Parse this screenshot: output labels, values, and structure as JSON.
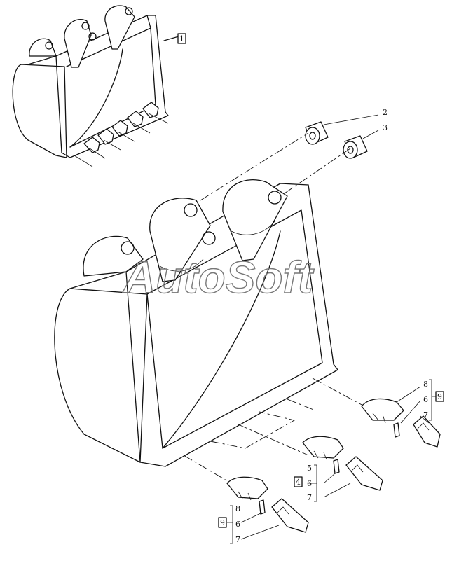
{
  "watermark": "AutoSoft",
  "callouts": {
    "small_bucket_box": "1",
    "bushing_a": "2",
    "bushing_b": "3",
    "right_tooth_top": "8",
    "right_tooth_mid": "6",
    "right_tooth_box": "9",
    "right_tooth_low": "7",
    "mid_tooth_top": "5",
    "mid_tooth_box": "4",
    "mid_tooth_mid": "6",
    "mid_tooth_low": "7",
    "left_tooth_top": "8",
    "left_tooth_box": "9",
    "left_tooth_mid": "6",
    "left_tooth_low": "7"
  }
}
